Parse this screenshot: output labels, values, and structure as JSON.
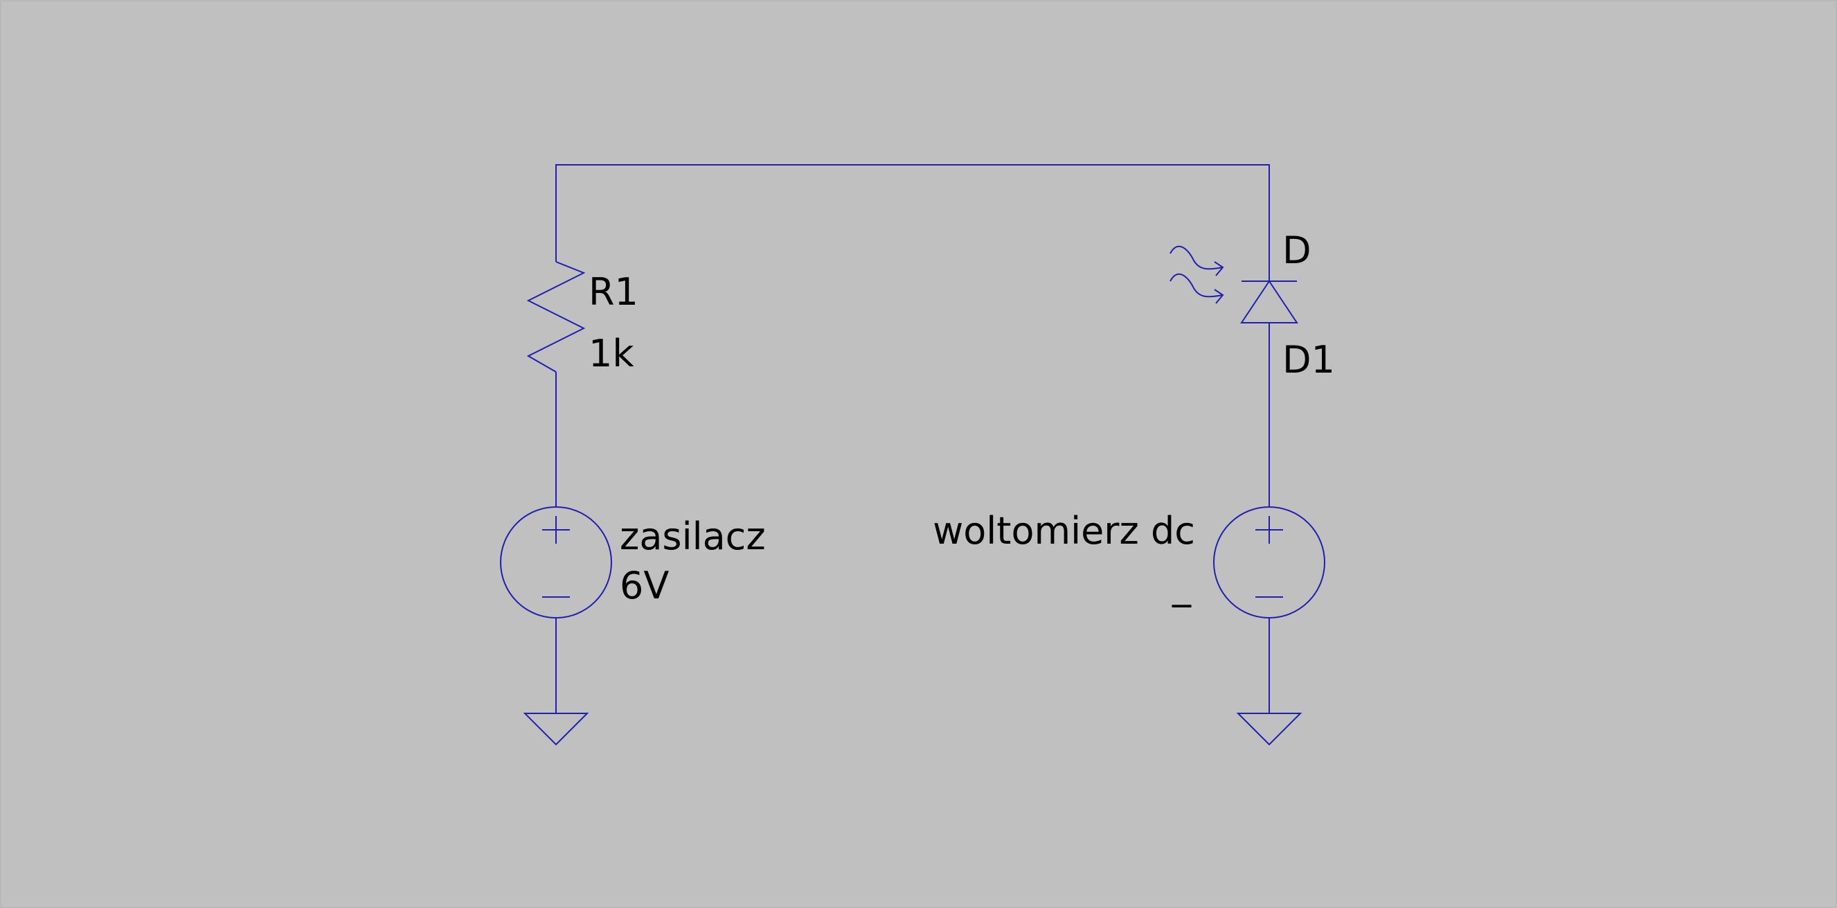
{
  "colors": {
    "background": "#c0c0c0",
    "wire": "#1f1fb0",
    "text": "#000000"
  },
  "components": {
    "resistor": {
      "name": "R1",
      "value": "1k"
    },
    "diode": {
      "type_label": "D",
      "name": "D1"
    },
    "source_left": {
      "name": "zasilacz",
      "value": "6V"
    },
    "source_right": {
      "name": "woltomierz dc",
      "value": "_"
    }
  },
  "icons": {
    "resistor": "resistor-icon",
    "led": "led-icon",
    "light_arrows": "light-emission-icon",
    "voltage_source": "voltage-source-icon",
    "ground": "ground-icon"
  }
}
